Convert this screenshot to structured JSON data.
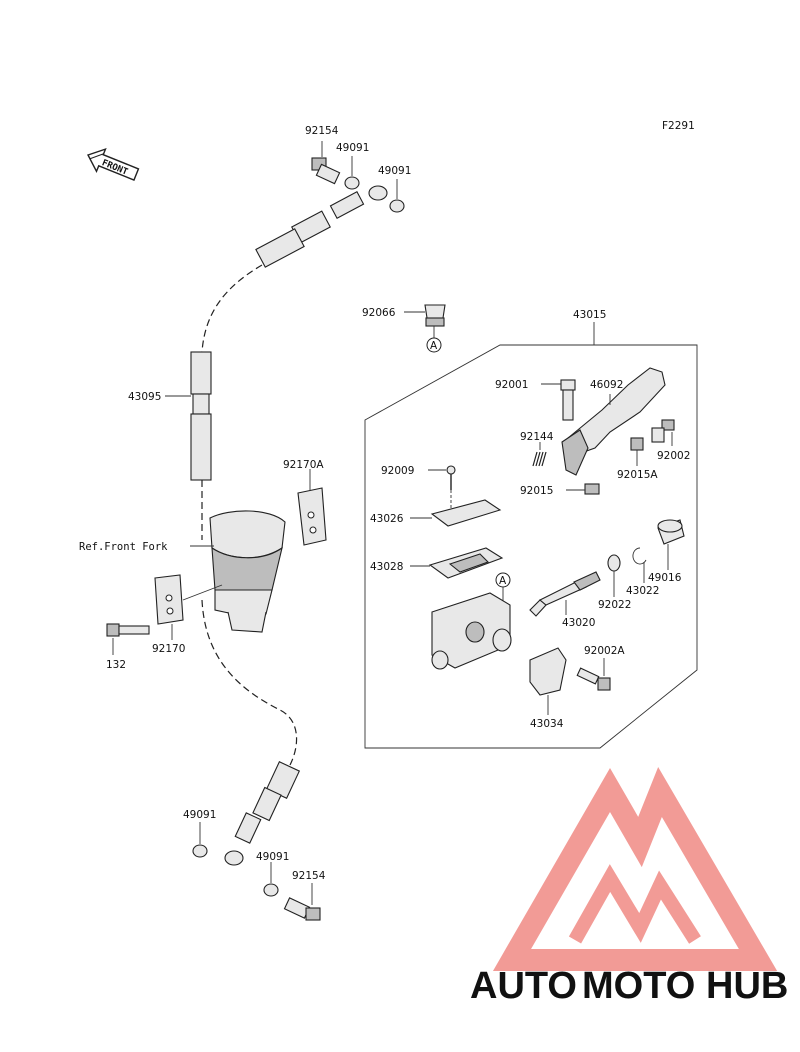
{
  "figure_code": "F2291",
  "front_arrow": "FRONT",
  "ref_label": "Ref.Front Fork",
  "callout_A": "A",
  "parts": {
    "p92154_top": "92154",
    "p49091_top1": "49091",
    "p49091_top2": "49091",
    "p43095": "43095",
    "p92066": "92066",
    "p43015": "43015",
    "p92001": "92001",
    "p46092": "46092",
    "p92144": "92144",
    "p92009": "92009",
    "p92015": "92015",
    "p92015A": "92015A",
    "p92002": "92002",
    "p43026": "43026",
    "p43028": "43028",
    "p43020": "43020",
    "p92022": "92022",
    "p43022": "43022",
    "p49016": "49016",
    "p92002A": "92002A",
    "p43034": "43034",
    "p92170A": "92170A",
    "p92170": "92170",
    "p132": "132",
    "p49091_bot1": "49091",
    "p49091_bot2": "49091",
    "p92154_bot": "92154"
  },
  "watermark": {
    "part1": "AUTO",
    "part2": "MOTO",
    "part3": "HUB",
    "color1": "#f6b26b",
    "color2": "#ef8a80",
    "color3": "#777777",
    "logo_color": "#f08a84"
  }
}
